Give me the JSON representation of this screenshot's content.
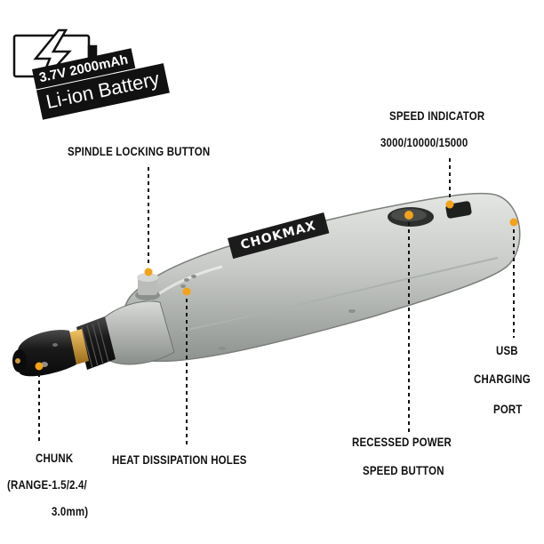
{
  "battery_badge": {
    "line1": "3.7V 2000mAh",
    "line2": "Li-ion Battery",
    "icon": "battery-charging-icon"
  },
  "brand_label": "CHOKMAX",
  "labels": {
    "spindle": "SPINDLE LOCKING BUTTON",
    "speed_indicator_title": "SPEED INDICATOR",
    "speed_indicator_values": "3000/10000/15000",
    "usb_line1": "USB",
    "usb_line2": "CHARGING",
    "usb_line3": "PORT",
    "chunk_line1": "CHUNK",
    "chunk_line2": "(RANGE-1.5/2.4/",
    "chunk_line3": "3.0mm)",
    "heat": "HEAT DISSIPATION HOLES",
    "power_line1": "RECESSED POWER",
    "power_line2": "SPEED BUTTON"
  },
  "colors": {
    "body": "#c9ccc9",
    "marker_dot": "#f3a21a",
    "chuck": "#1d1d1d",
    "brass": "#c8922d",
    "text": "#111111"
  }
}
